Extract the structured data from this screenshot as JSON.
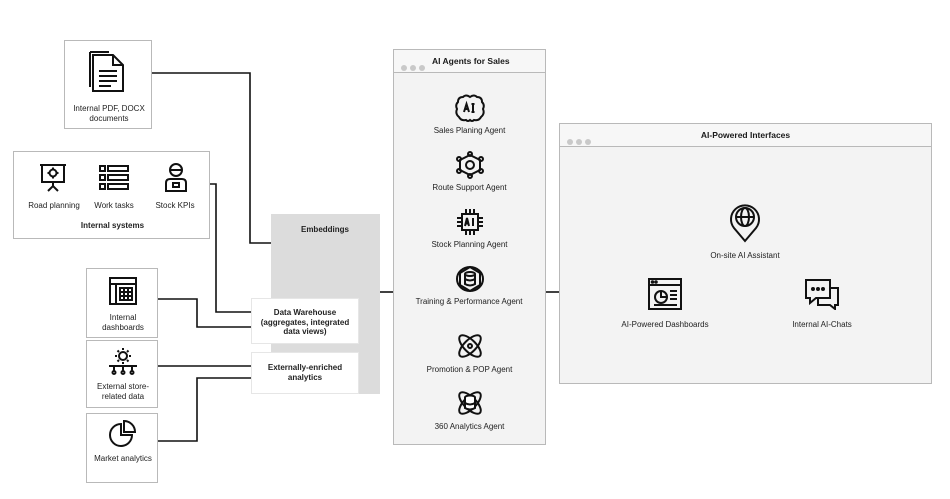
{
  "sources": {
    "pdf_docs": "Internal PDF, DOCX documents",
    "internal_systems": {
      "title": "Internal systems",
      "items": [
        "Road planning",
        "Work tasks",
        "Stock KPIs"
      ]
    },
    "dashboards": "Internal dashboards",
    "store_data": "External store-related data",
    "market": "Market analytics"
  },
  "storage": {
    "embeddings": "Embeddings",
    "warehouse": "Data Warehouse (aggregates, integrated data views)",
    "enriched": "Externally-enriched analytics"
  },
  "agents": {
    "title": "AI Agents for Sales",
    "items": [
      {
        "label": "Sales Planing Agent",
        "icon": "ai-brain-icon"
      },
      {
        "label": "Route Support Agent",
        "icon": "network-hub-icon"
      },
      {
        "label": "Stock Planning Agent",
        "icon": "ai-chip-icon"
      },
      {
        "label": "Training & Performance Agent",
        "icon": "database-hex-icon"
      },
      {
        "label": "Promotion & POP Agent",
        "icon": "atom-icon"
      },
      {
        "label": "360 Analytics Agent",
        "icon": "database-atom-icon"
      }
    ]
  },
  "interfaces": {
    "title": "AI-Powered Interfaces",
    "assistant": "On-site AI Assistant",
    "dashboards": "AI-Powered Dashboards",
    "chats": "Internal AI-Chats"
  }
}
